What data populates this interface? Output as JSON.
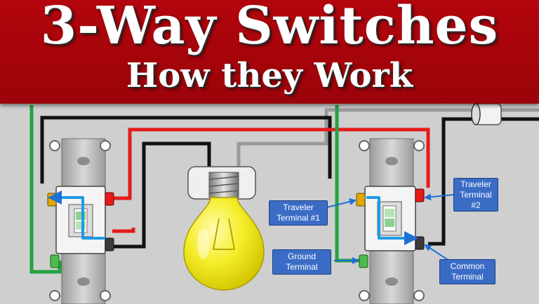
{
  "header": {
    "title": "3-Way Switches",
    "subtitle": "How they Work"
  },
  "labels": {
    "traveler_left": "Traveler Terminal #1",
    "traveler_right": "Traveler Terminal #2",
    "ground": "Ground Terminal",
    "common": "Common Terminal"
  },
  "colors": {
    "banner": "#aa0510",
    "background": "#cfcfcf",
    "hot_wire": "#111111",
    "traveler_wire": "#e51b1b",
    "neutral_wire": "#9a9a9a",
    "ground_wire": "#21a340",
    "terminal_brass": "#e0a800",
    "terminal_dark": "#3a3a3a",
    "terminal_green": "#4dbb4d",
    "current_path": "#1e9be6",
    "label_box": "#3a6cc6",
    "bulb": "#f5ee2a"
  },
  "icons": {
    "switch": "toggle-switch-icon",
    "bulb": "light-bulb-icon",
    "arrow": "arrow-icon"
  }
}
